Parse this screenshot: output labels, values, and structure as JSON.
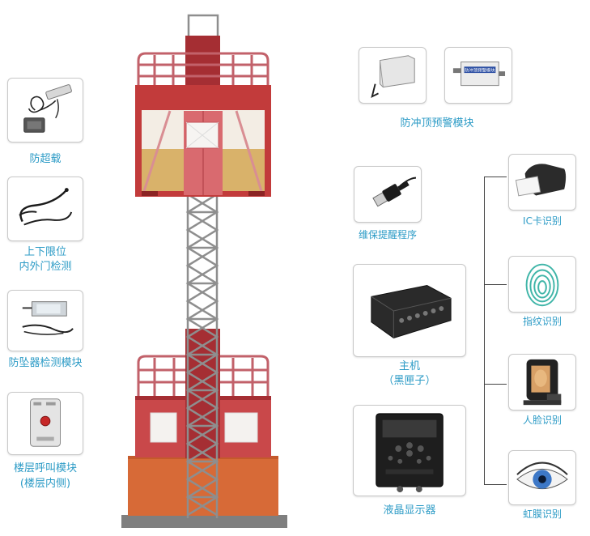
{
  "left_modules": [
    {
      "id": "overload",
      "label": "防超载"
    },
    {
      "id": "limit",
      "label_line1": "上下限位",
      "label_line2": "内外门检测"
    },
    {
      "id": "antifall",
      "label": "防坠器检测模块"
    },
    {
      "id": "floorcall",
      "label_line1": "楼层呼叫模块",
      "label_line2": "(楼层内侧)"
    }
  ],
  "right_modules": [
    {
      "id": "anticollision",
      "label": "防冲顶预警模块",
      "device_text": "防冲顶预警模块"
    },
    {
      "id": "maintenance",
      "label": "维保提醒程序"
    },
    {
      "id": "host",
      "label_line1": "主机",
      "label_line2": "（黑匣子）"
    },
    {
      "id": "lcd",
      "label": "液晶显示器"
    }
  ],
  "identification": [
    {
      "id": "ic",
      "label": "IC卡识别"
    },
    {
      "id": "fingerprint",
      "label": "指纹识别"
    },
    {
      "id": "face",
      "label": "人脸识别"
    },
    {
      "id": "iris",
      "label": "虹膜识别"
    }
  ],
  "colors": {
    "label": "#2c9bc6",
    "hoist_red": "#c23b3b",
    "hoist_dark_red": "#a52e33",
    "hoist_orange": "#d76a37",
    "hoist_wall_tan": "#d9b26a",
    "hoist_wall_light": "#f3ede4",
    "mast_gray": "#8e8e8e",
    "base_gray": "#7f7f7f"
  }
}
